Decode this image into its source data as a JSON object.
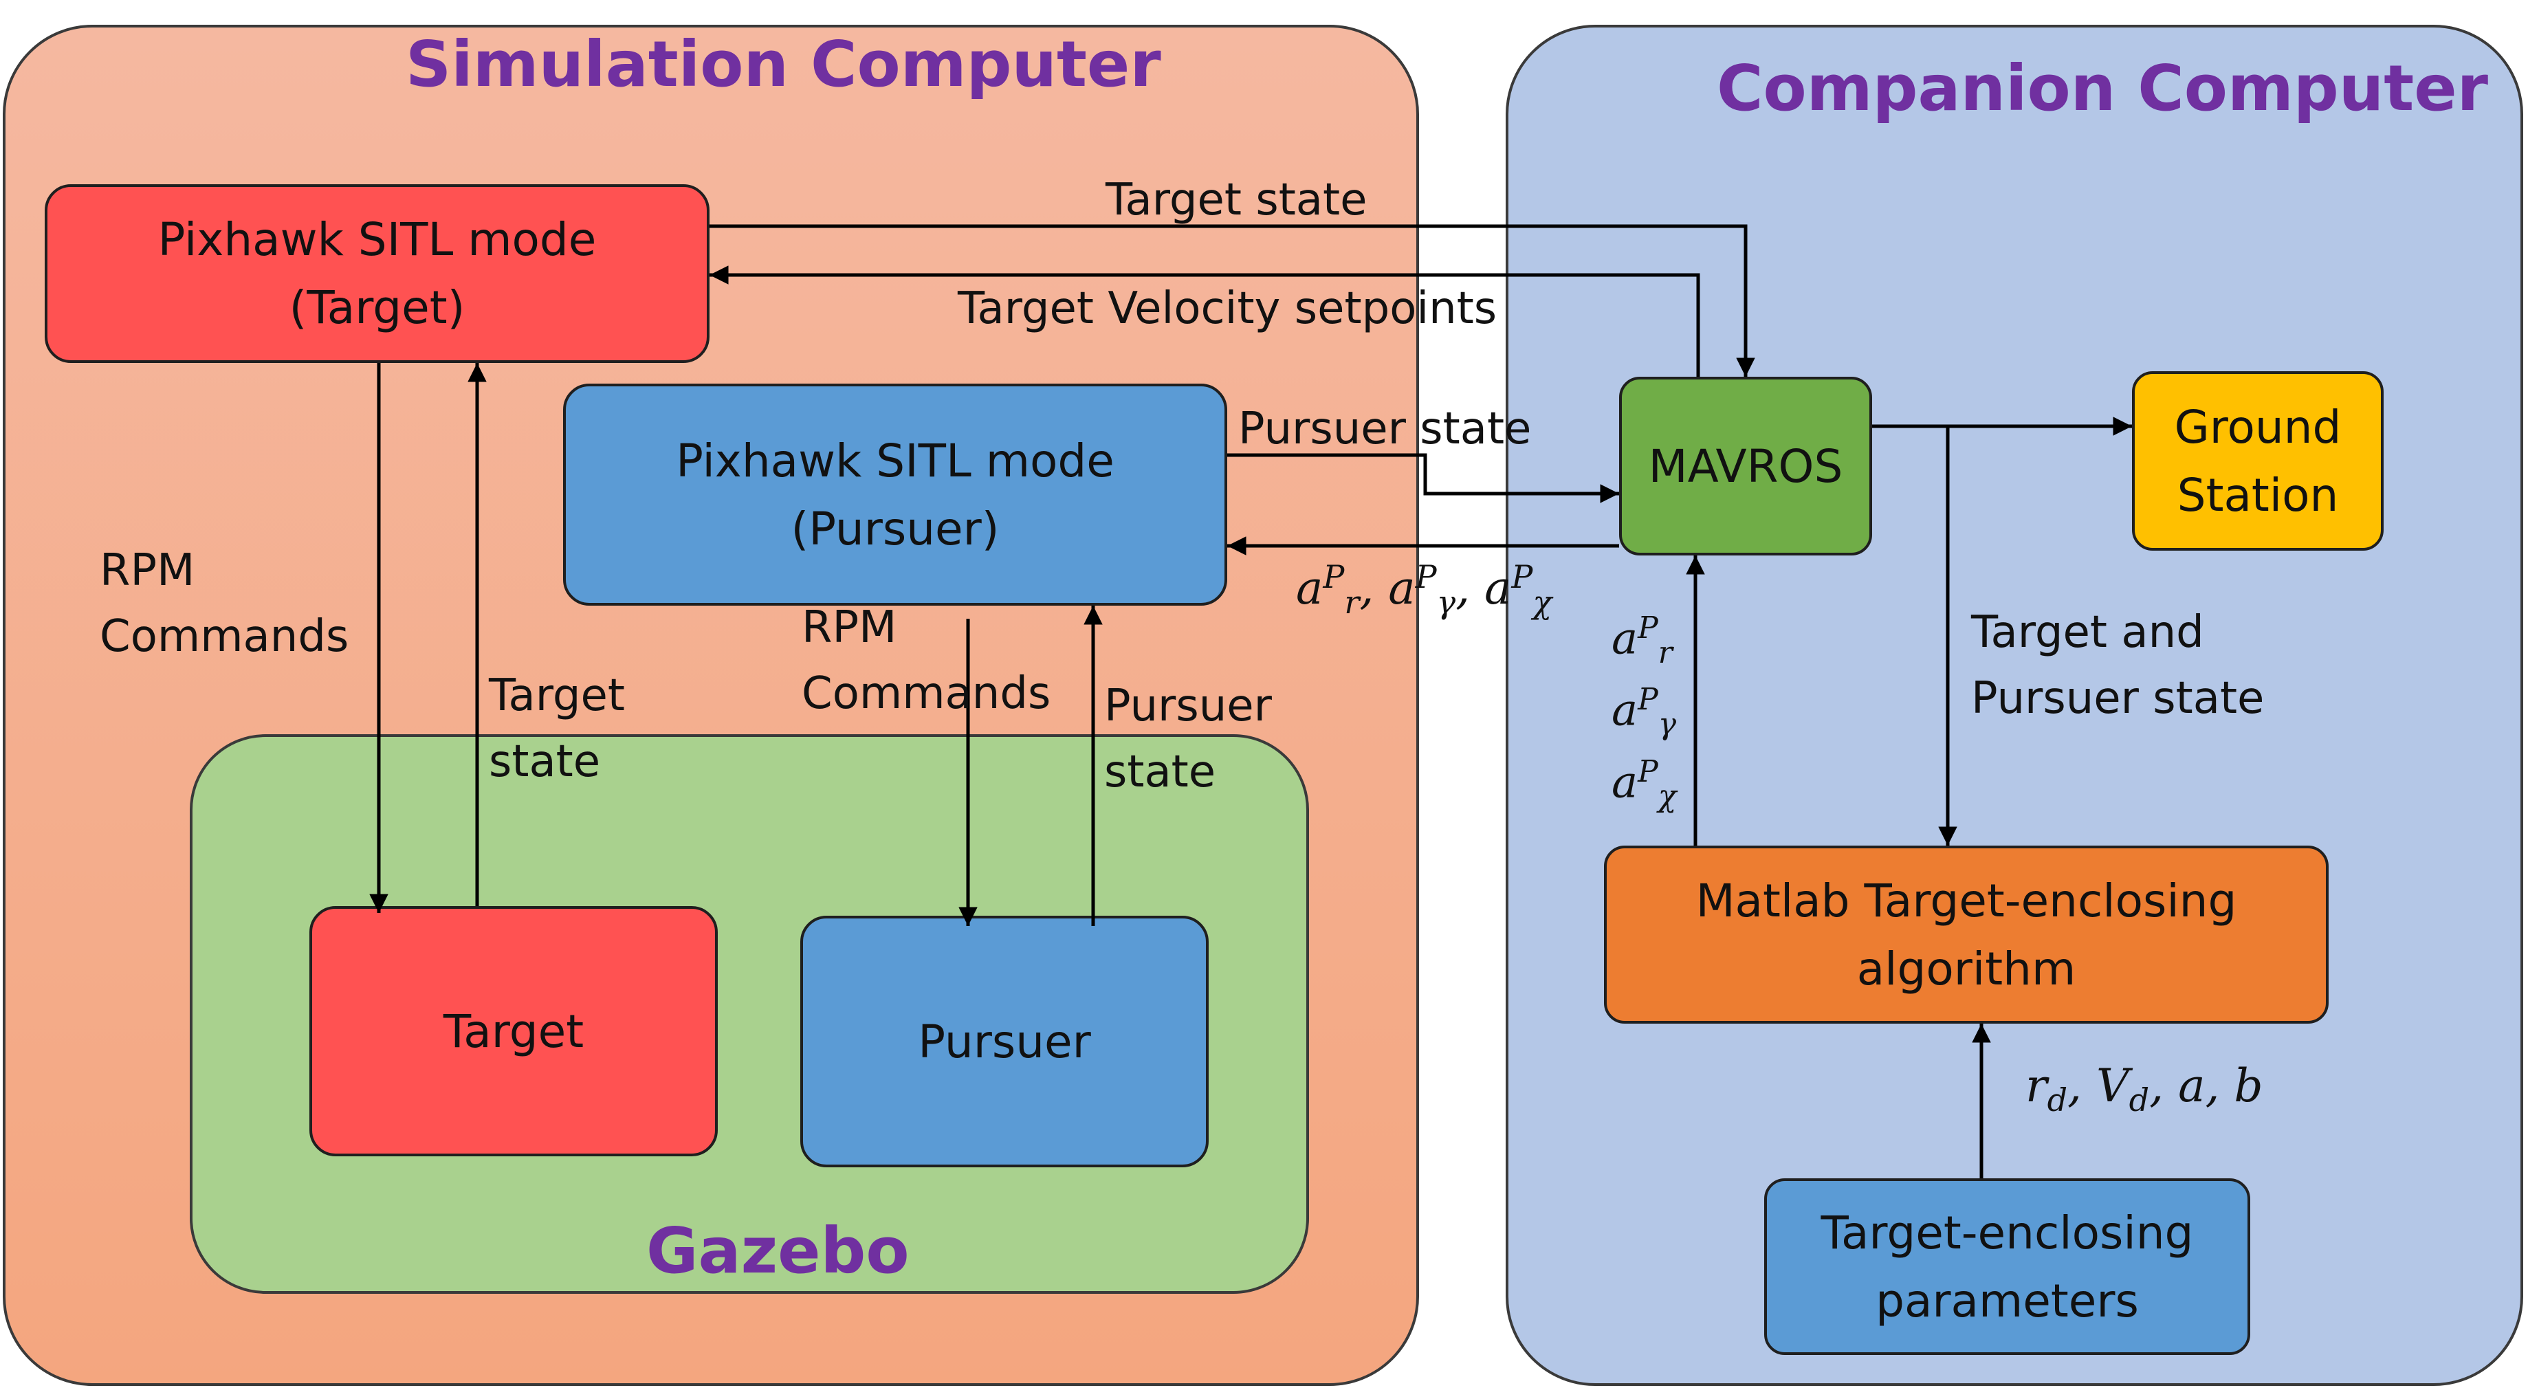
{
  "regions": {
    "simulation": "Simulation Computer",
    "companion": "Companion Computer",
    "gazebo": "Gazebo"
  },
  "boxes": {
    "pixhawk_target": [
      "Pixhawk SITL mode",
      "(Target)"
    ],
    "pixhawk_pursuer": [
      "Pixhawk SITL mode",
      "(Pursuer)"
    ],
    "target": "Target",
    "pursuer": "Pursuer",
    "mavros": "MAVROS",
    "ground_station": [
      "Ground",
      "Station"
    ],
    "matlab": [
      "Matlab Target-enclosing",
      "algorithm"
    ],
    "params": [
      "Target-enclosing",
      "parameters"
    ]
  },
  "labels": {
    "target_state_top": "Target state",
    "target_velocity_setpoints": "Target Velocity setpoints",
    "pursuer_state_mavros": "Pursuer state",
    "rpm_commands_left": [
      "RPM",
      "Commands"
    ],
    "target_state_left": [
      "Target",
      "state"
    ],
    "rpm_commands_mid": [
      "RPM",
      "Commands"
    ],
    "pursuer_state_mid": [
      "Pursuer",
      "state"
    ],
    "target_and_pursuer_state": [
      "Target and",
      "Pursuer state"
    ]
  },
  "math": {
    "accel_row": {
      "symbol": "a",
      "sup": "P",
      "subs": [
        "r",
        "γ",
        "χ"
      ],
      "sep": ", "
    },
    "params_row": "r_d, V_d, a, b"
  },
  "colors": {
    "simulation_fill": "#f6b094",
    "companion_fill": "#b4c7e7",
    "gazebo_fill": "#a9d18e",
    "title_purple": "#7030a0",
    "red": "#ff5252",
    "blue": "#5b9bd5",
    "green": "#70ad47",
    "yellow": "#ffc000",
    "orange": "#ed7d31"
  }
}
